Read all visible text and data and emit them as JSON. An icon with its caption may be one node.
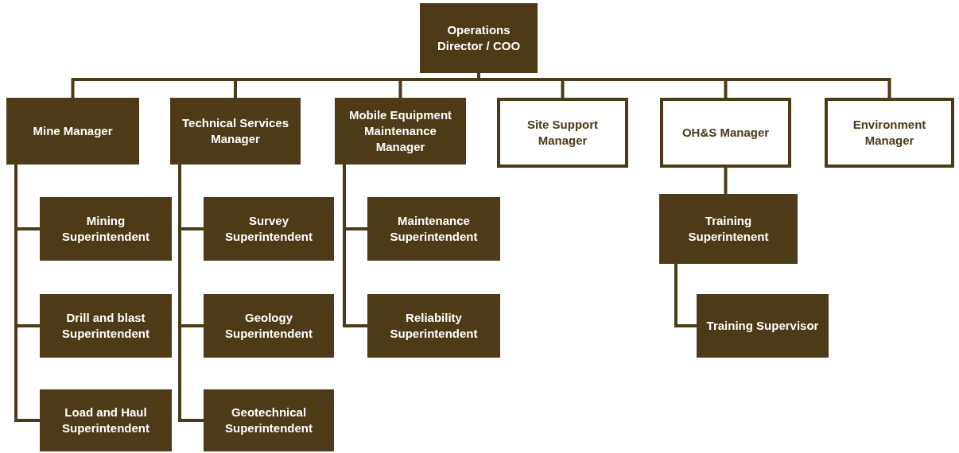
{
  "diagram": {
    "nodes": [
      {
        "text": [
          "Operations Director / COO"
        ]
      },
      {
        "text": [
          "Mine Manager"
        ]
      },
      {
        "text": [
          "Mining Superintendent"
        ]
      },
      {
        "text": [
          "Drill and blast Superintendent"
        ]
      },
      {
        "text": [
          "Load and Haul Superintendent"
        ]
      },
      {
        "text": [
          "Technical Services Manager"
        ]
      },
      {
        "text": [
          "Survey Superintendent"
        ]
      },
      {
        "text": [
          "Geology Superintendent"
        ]
      },
      {
        "text": [
          "Geotechnical Superintendent"
        ]
      },
      {
        "text": [
          "Mobile Equipment Maintenance Manager"
        ]
      },
      {
        "text": [
          "Maintenance Superintendent"
        ]
      },
      {
        "text": [
          "Reliability Superintendent"
        ]
      },
      {
        "text": [
          "Site Support Manager"
        ]
      },
      {
        "text": [
          "OH&S Manager"
        ]
      },
      {
        "text": [
          "Training Superintenent"
        ]
      },
      {
        "text": [
          "Training Supervisor"
        ]
      },
      {
        "text": [
          "Environment Manager"
        ]
      }
    ],
    "edges": [
      {
        "from": 0,
        "to": 1,
        "arrow": "none"
      },
      {
        "from": 0,
        "to": 5,
        "arrow": "none"
      },
      {
        "from": 0,
        "to": 9,
        "arrow": "none"
      },
      {
        "from": 0,
        "to": 12,
        "arrow": "none"
      },
      {
        "from": 0,
        "to": 13,
        "arrow": "none"
      },
      {
        "from": 0,
        "to": 16,
        "arrow": "none"
      },
      {
        "from": 1,
        "to": 2,
        "arrow": "none"
      },
      {
        "from": 1,
        "to": 3,
        "arrow": "none"
      },
      {
        "from": 1,
        "to": 4,
        "arrow": "none"
      },
      {
        "from": 5,
        "to": 6,
        "arrow": "none"
      },
      {
        "from": 5,
        "to": 7,
        "arrow": "none"
      },
      {
        "from": 5,
        "to": 8,
        "arrow": "none"
      },
      {
        "from": 9,
        "to": 10,
        "arrow": "none"
      },
      {
        "from": 9,
        "to": 11,
        "arrow": "none"
      },
      {
        "from": 13,
        "to": 14,
        "arrow": "none"
      },
      {
        "from": 14,
        "to": 15,
        "arrow": "none"
      }
    ]
  }
}
